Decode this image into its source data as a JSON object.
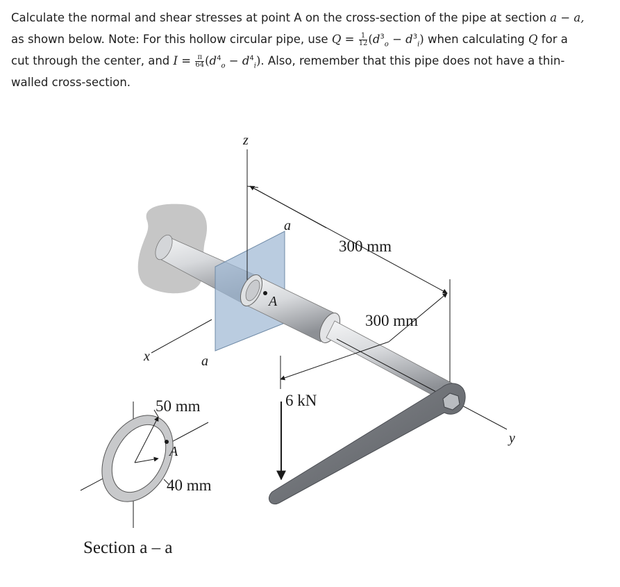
{
  "problem": {
    "l1_a": "Calculate the normal and shear stresses at point A on the cross-section of the pipe at section ",
    "l1_sec": "a − a,",
    "l2_a": "as shown below. Note: For this hollow circular pipe, use ",
    "q_sym": "Q",
    "eq": " = ",
    "q_num": "1",
    "q_den": "12",
    "q_body_open": "(",
    "d": "d",
    "q_exp": "3",
    "o": "o",
    "minus": " − ",
    "i": "i",
    "close": ")",
    "l2_b": " when calculating ",
    "l2_c": " for a",
    "l3_a": "cut through the center, and ",
    "i_sym": "I",
    "i_num": "π",
    "i_den": "64",
    "i_exp": "4",
    "l3_b": ". Also, remember that this pipe does not have a thin-",
    "l4": "walled cross-section."
  },
  "figure": {
    "axis_z": "z",
    "axis_x": "x",
    "axis_y": "y",
    "sec_a_top": "a",
    "sec_a_bottom": "a",
    "point_a": "A",
    "dim_300_top": "300 mm",
    "dim_300_bottom": "300 mm",
    "load": "6 kN",
    "dim_50": "50 mm",
    "dim_40": "40 mm",
    "point_a_section": "A",
    "section_title": "Section a – a"
  },
  "colors": {
    "pipe_light": "#e6e7e9",
    "pipe_dark": "#8d9095",
    "wall": "#c8c8c8",
    "plane": "#9fb9d4",
    "wrench": "#6a6d72"
  }
}
